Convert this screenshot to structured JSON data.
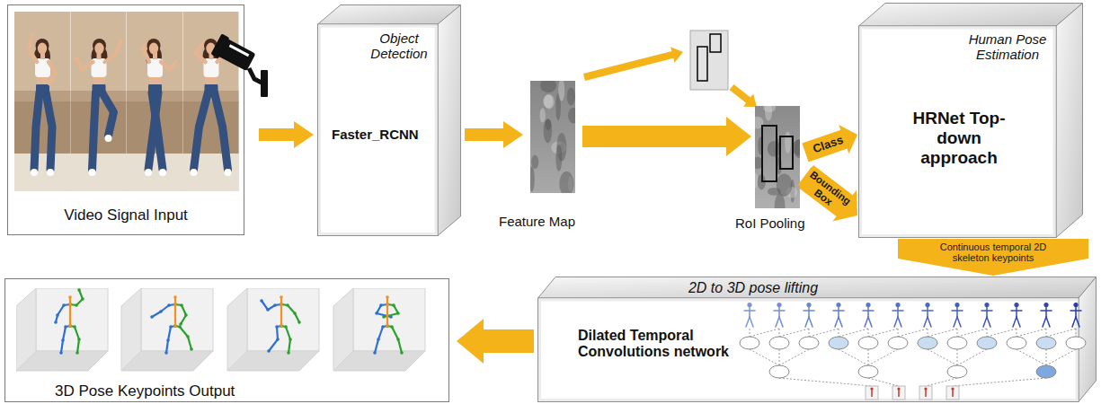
{
  "diagram": {
    "nodes": [
      {
        "text": [
          "Video Signal Input"
        ]
      },
      {
        "text": [
          "Object Detection",
          "Faster_RCNN"
        ]
      },
      {
        "text": [
          "Feature Map"
        ]
      },
      {
        "text": [
          "RoI Pooling"
        ]
      },
      {
        "text": [
          "Human Pose Estimation",
          "HRNet Top-down approach"
        ]
      },
      {
        "text": [
          "2D to 3D pose lifting",
          "Dilated Temporal Convolutions network"
        ]
      },
      {
        "text": [
          "3D Pose Keypoints Output"
        ]
      }
    ],
    "edges": [
      {
        "from": 0,
        "to": 1,
        "arrow": "to"
      },
      {
        "from": 1,
        "to": 2,
        "arrow": "to"
      },
      {
        "from": 2,
        "to": 3,
        "arrow": "to"
      },
      {
        "from": 3,
        "to": 4,
        "label": "Class",
        "arrow": "to"
      },
      {
        "from": 3,
        "to": 4,
        "label": "Bounding Box",
        "arrow": "to"
      },
      {
        "from": 4,
        "to": 5,
        "label": "Continuous temporal 2D skeleton keypoints",
        "arrow": "to"
      },
      {
        "from": 5,
        "to": 6,
        "arrow": "to"
      }
    ]
  }
}
